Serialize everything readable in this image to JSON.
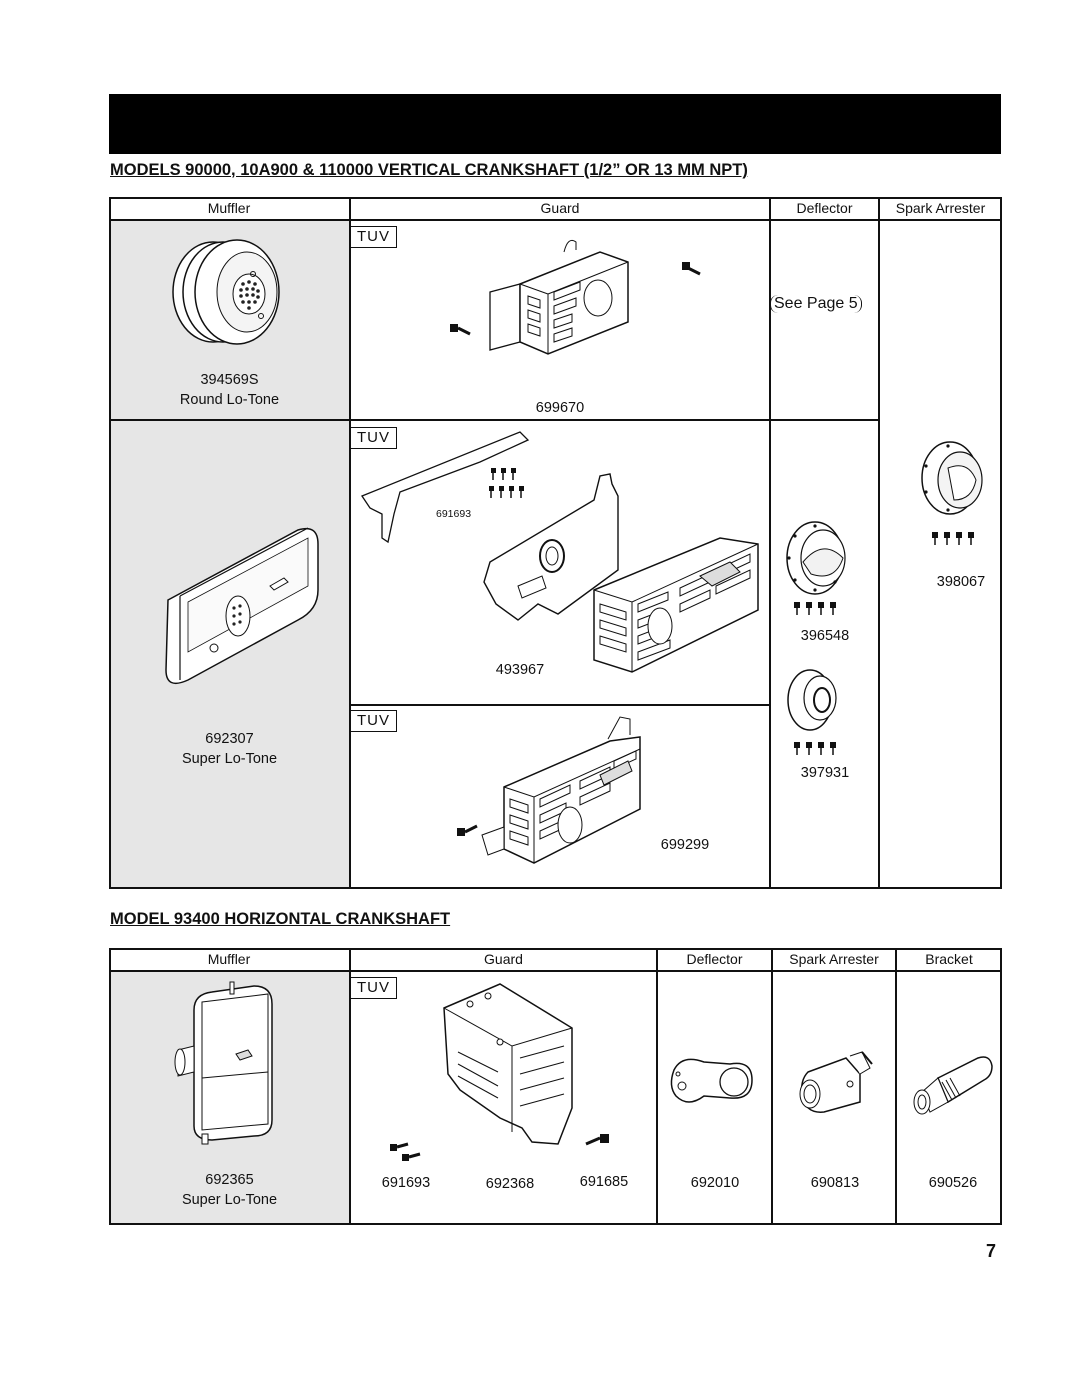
{
  "section1": {
    "title": "MODELS 90000, 10A900 & 110000 VERTICAL CRANKSHAFT (1/2” OR 13 MM NPT)",
    "headers": {
      "muffler": "Muffler",
      "guard": "Guard",
      "deflector": "Deflector",
      "spark_arrester": "Spark Arrester"
    },
    "tuv": "TUV",
    "see_page": "See Page 5",
    "parts": {
      "muffler_round_number": "394569S",
      "muffler_round_name": "Round Lo-Tone",
      "guard_1": "699670",
      "screws_small": "691693",
      "guard_2": "493967",
      "deflector_1": "396548",
      "spark_arrester_1": "398067",
      "muffler_super_number": "692307",
      "muffler_super_name": "Super Lo-Tone",
      "deflector_2": "397931",
      "guard_3": "699299"
    }
  },
  "section2": {
    "title": "MODEL 93400 HORIZONTAL CRANKSHAFT",
    "headers": {
      "muffler": "Muffler",
      "guard": "Guard",
      "deflector": "Deflector",
      "spark_arrester": "Spark Arrester",
      "bracket": "Bracket"
    },
    "tuv": "TUV",
    "parts": {
      "muffler_number": "692365",
      "muffler_name": "Super Lo-Tone",
      "screw_a": "691693",
      "guard": "692368",
      "screw_b": "691685",
      "deflector": "692010",
      "spark_arrester": "690813",
      "bracket": "690526"
    }
  },
  "page_number": "7"
}
